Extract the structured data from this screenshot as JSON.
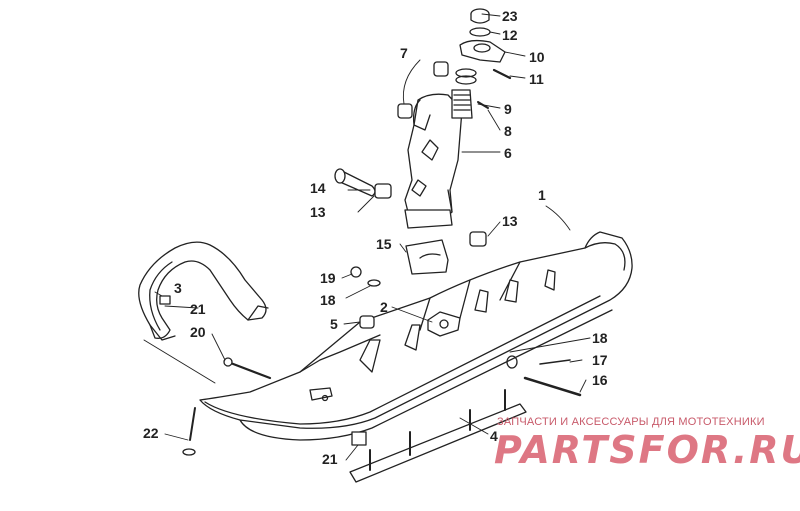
{
  "callouts": {
    "c1": "1",
    "c2": "2",
    "c3": "3",
    "c4": "4",
    "c5": "5",
    "c6": "6",
    "c7": "7",
    "c8": "8",
    "c9": "9",
    "c10": "10",
    "c11": "11",
    "c12": "12",
    "c13a": "13",
    "c13b": "13",
    "c14": "14",
    "c15": "15",
    "c16": "16",
    "c17": "17",
    "c18a": "18",
    "c18b": "18",
    "c19": "19",
    "c20": "20",
    "c21a": "21",
    "c21b": "21",
    "c22": "22",
    "c23": "23"
  },
  "watermark": {
    "caption": "ЗАПЧАСТИ И АКСЕССУАРЫ ДЛЯ МОТОТЕХНИКИ",
    "logo": "PARTSFOR.RU"
  },
  "colors": {
    "line": "#222222",
    "part_fill": "#ffffff",
    "watermark": "#d9606f"
  }
}
